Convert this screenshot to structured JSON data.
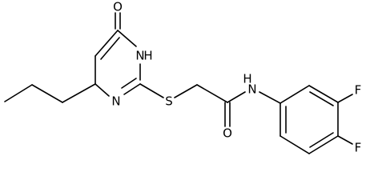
{
  "molecule": {
    "atoms": {
      "o_carbonyl_ring": "O",
      "nh_ring": "H",
      "n_ring_nh": "N",
      "n_ring": "N",
      "s_thioether": "S",
      "nh_amide_h": "H",
      "n_amide": "N",
      "o_amide": "O",
      "f_top": "F",
      "f_bottom": "F"
    }
  }
}
